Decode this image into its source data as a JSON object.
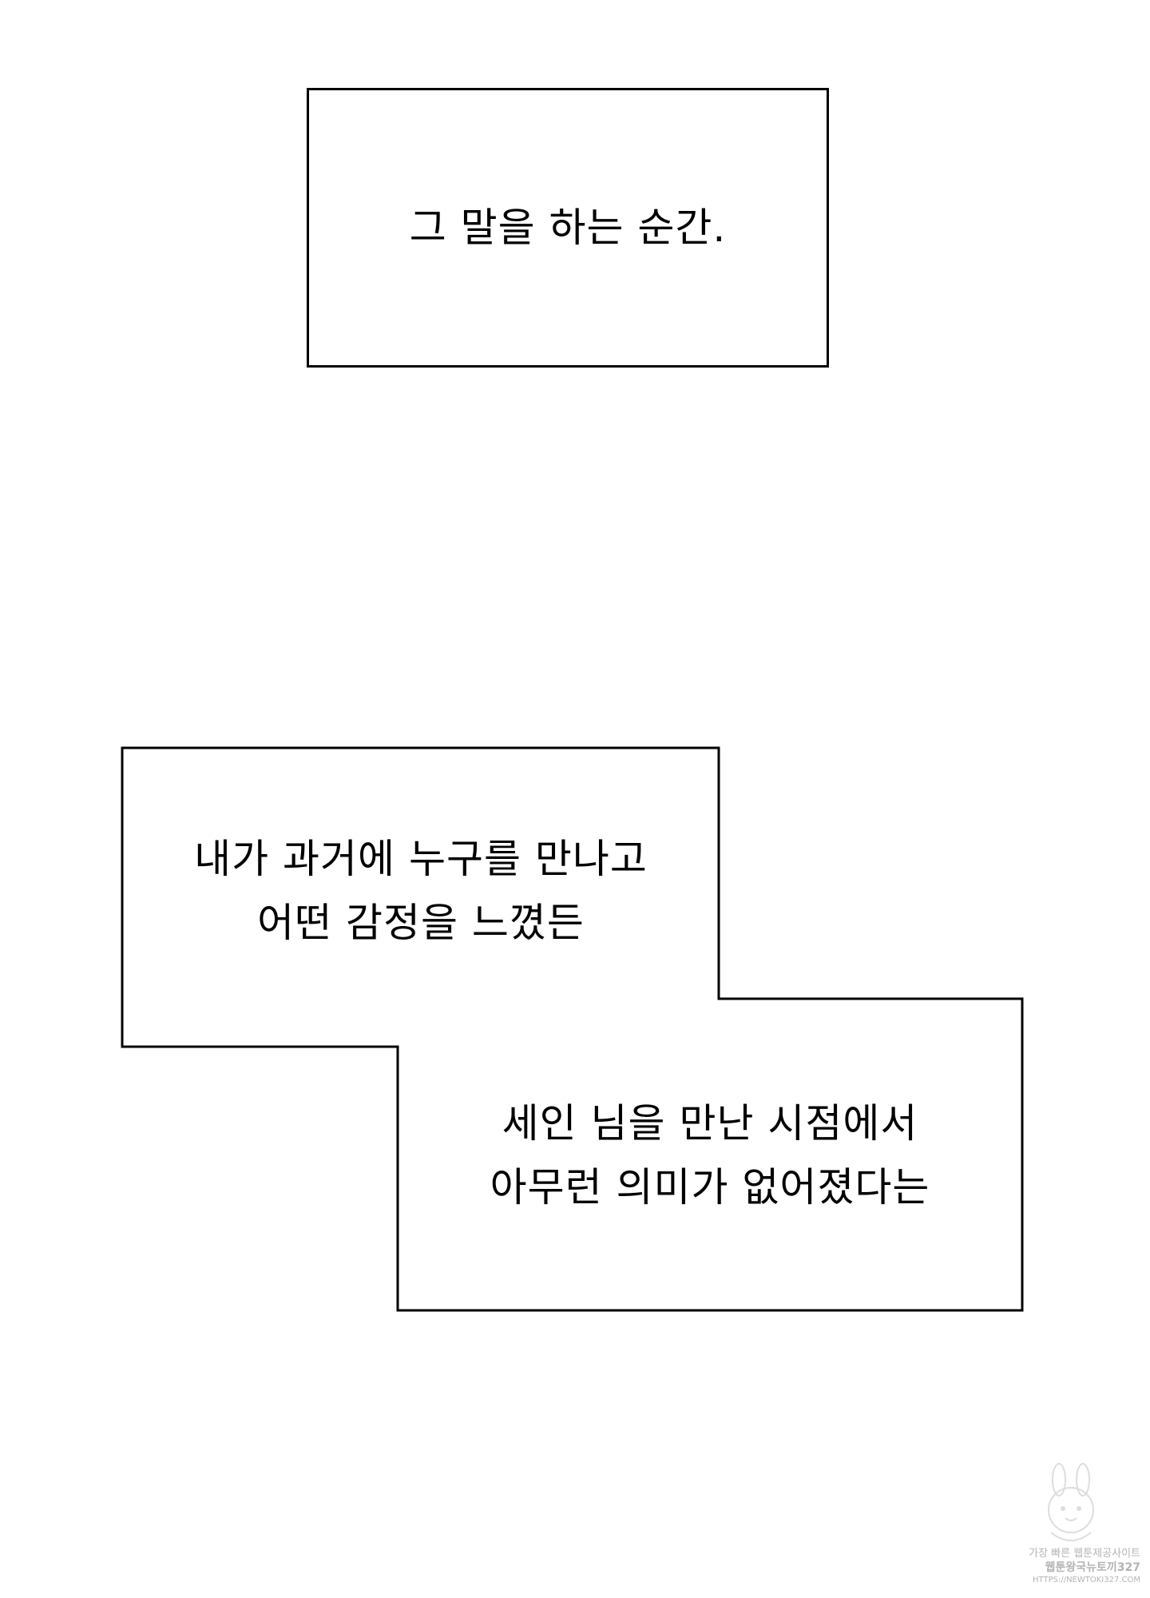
{
  "panel": {
    "narration_1": "그 말을 하는 순간.",
    "narration_2": {
      "line1": "내가 과거에 누구를 만나고",
      "line2": "어떤 감정을 느꼈든"
    },
    "narration_3": {
      "line1": "세인 님을 만난 시점에서",
      "line2": "아무런 의미가 없어졌다는"
    }
  },
  "watermark": {
    "line1": "가장 빠른 웹툰제공사이트",
    "line2": "웹툰왕국뉴토끼327",
    "line3": "HTTPS://NEWTOKI327.COM"
  },
  "colors": {
    "background": "#ffffff",
    "border": "#000000",
    "text": "#000000",
    "watermark": "#b4b4b4"
  }
}
